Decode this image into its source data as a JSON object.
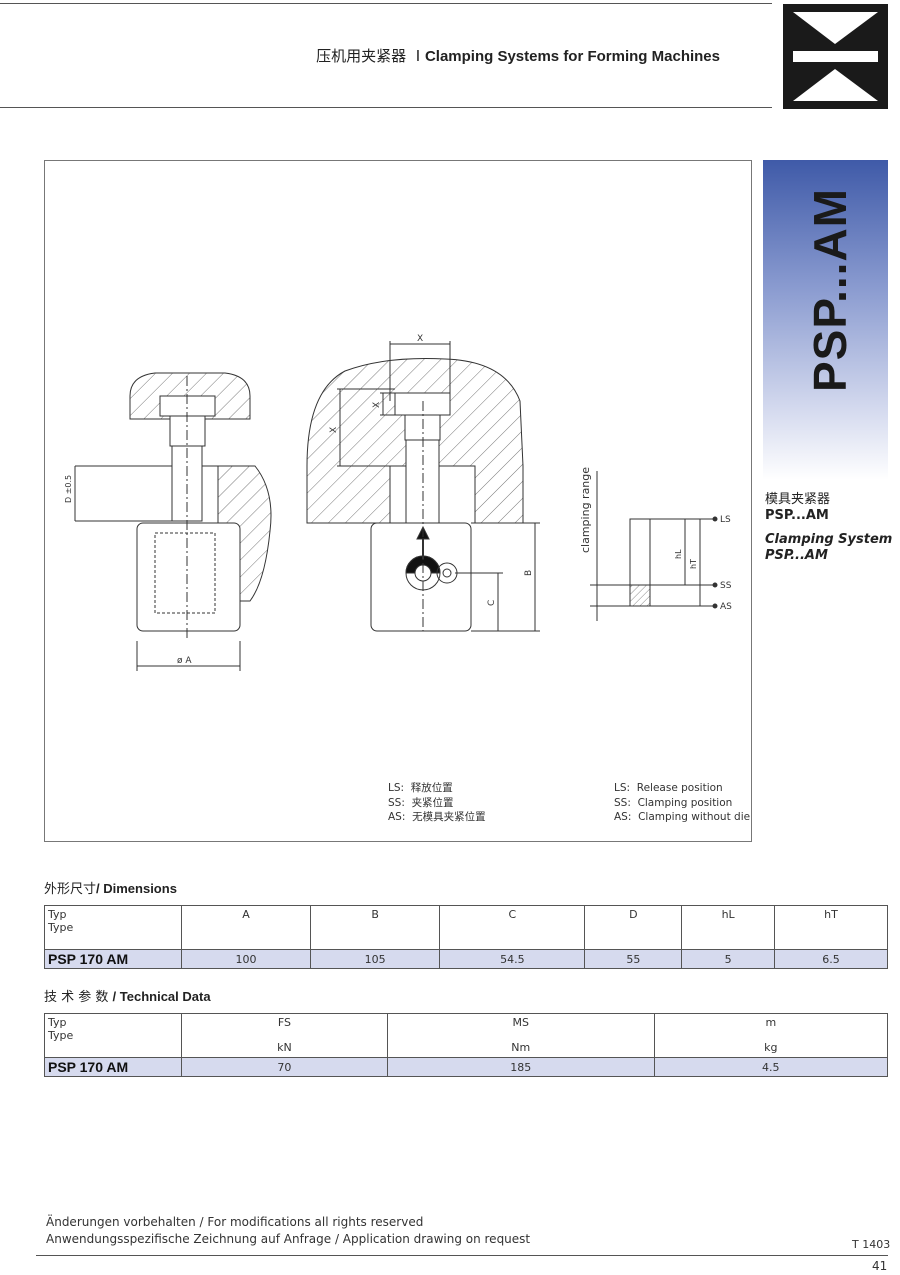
{
  "header": {
    "title_zh": "压机用夹紧器",
    "separator": "I",
    "title_en": "Clamping Systems for Forming Machines"
  },
  "side": {
    "product_vertical": "PSP...AM",
    "label_zh": "模具夹紧器",
    "label_product_1": "PSP...AM",
    "label_en": "Clamping System",
    "label_product_2": "PSP...AM"
  },
  "drawing": {
    "labels": {
      "x_top": "X",
      "x_side_1": "X",
      "x_side_2": "X",
      "d_dim": "D ±0.5",
      "dia_a": "ø A",
      "b_dim": "B",
      "c_dim": "C",
      "clamping_range": "clamping range",
      "h_l": "hL",
      "h_t": "hT",
      "ls": "LS",
      "ss": "SS",
      "as": "AS"
    },
    "legend_zh": [
      {
        "code": "LS:",
        "text": "释放位置"
      },
      {
        "code": "SS:",
        "text": "夹紧位置"
      },
      {
        "code": "AS:",
        "text": "无模具夹紧位置"
      }
    ],
    "legend_en": [
      {
        "code": "LS:",
        "text": "Release position"
      },
      {
        "code": "SS:",
        "text": "Clamping position"
      },
      {
        "code": "AS:",
        "text": "Clamping without die"
      }
    ]
  },
  "dimensions": {
    "title_zh": "外形尺寸",
    "title_en": "/ Dimensions",
    "header_typ": "Typ",
    "header_type": "Type",
    "columns": [
      "A",
      "B",
      "C",
      "D",
      "hL",
      "hT"
    ],
    "row": {
      "type": "PSP 170 AM",
      "values": [
        "100",
        "105",
        "54.5",
        "55",
        "5",
        "6.5"
      ]
    }
  },
  "technical": {
    "title_zh": "技  术  参  数",
    "title_en": "/ Technical Data",
    "header_typ": "Typ",
    "header_type": "Type",
    "columns": [
      {
        "symbol": "FS",
        "unit": "kN"
      },
      {
        "symbol": "MS",
        "unit": "Nm"
      },
      {
        "symbol": "m",
        "unit": "kg"
      }
    ],
    "row": {
      "type": "PSP 170 AM",
      "values": [
        "70",
        "185",
        "4.5"
      ]
    }
  },
  "footer": {
    "line1": "Änderungen vorbehalten / For modifications all rights reserved",
    "line2": "Anwendungsspezifische Zeichnung auf Anfrage / Application drawing on request",
    "code": "T 1403",
    "page": "41"
  }
}
